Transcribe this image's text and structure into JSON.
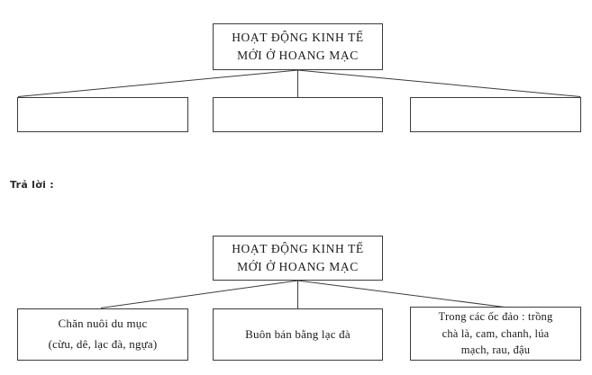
{
  "question_diagram": {
    "root": {
      "line1": "HOẠT ĐỘNG KINH TẾ",
      "line2": "MỚI Ở HOANG MẠC"
    },
    "blanks": [
      {
        "text": ""
      },
      {
        "text": ""
      },
      {
        "text": ""
      }
    ]
  },
  "answer_label": "Trả lời :",
  "answer_diagram": {
    "root": {
      "line1": "HOẠT ĐỘNG KINH TẾ",
      "line2": "MỚI Ở HOANG MẠC"
    },
    "children": [
      {
        "line1": "Chăn nuôi du mục",
        "line2": "(cừu, dê, lạc đà, ngựa)",
        "line3": ""
      },
      {
        "line1": "Buôn bán bằng lạc đà",
        "line2": "",
        "line3": ""
      },
      {
        "line1": "Trong các ốc đảo : trồng",
        "line2": "chà là, cam, chanh, lúa",
        "line3": "mạch, rau, đậu"
      }
    ]
  },
  "colors": {
    "line": "#3b3b3b",
    "text": "#1a1a1a",
    "background": "#ffffff"
  }
}
